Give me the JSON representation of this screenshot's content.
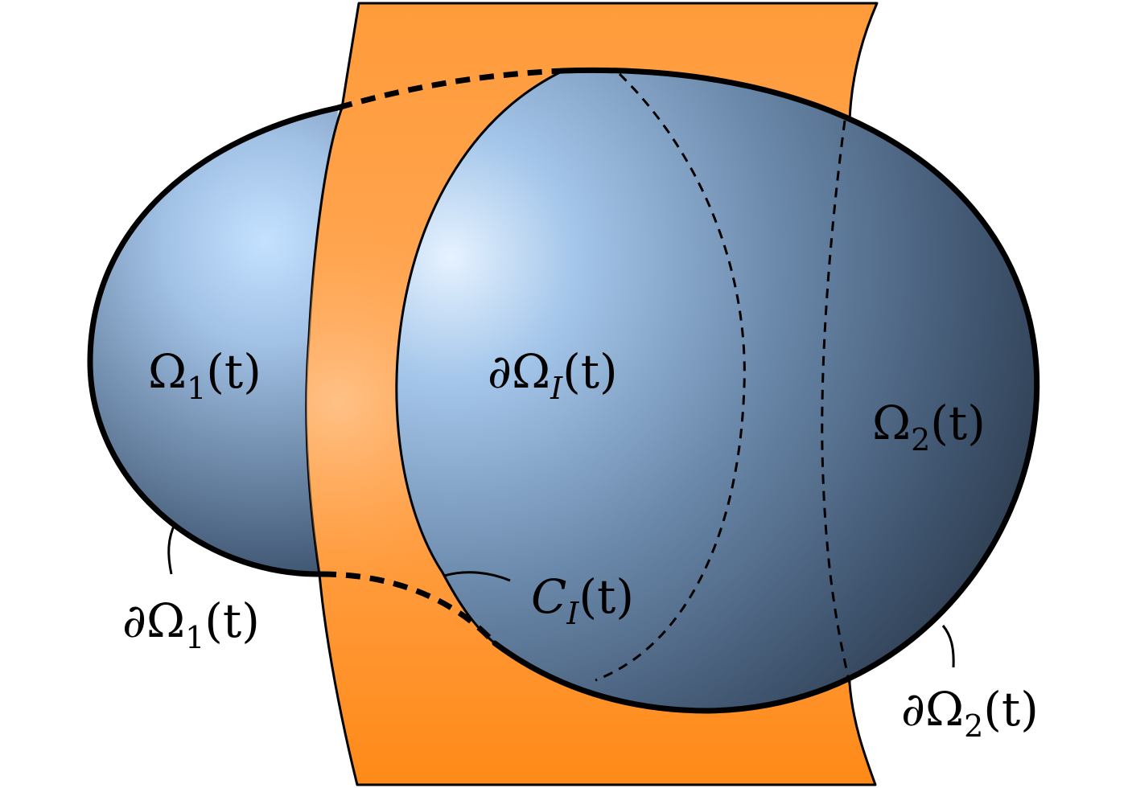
{
  "labels": {
    "omega1": {
      "sym": "Ω",
      "sub": "1",
      "arg": "(t)"
    },
    "omega2": {
      "sym": "Ω",
      "sub": "2",
      "arg": "(t)"
    },
    "domegaI": {
      "partial": "∂",
      "sym": "Ω",
      "sub": "I",
      "arg": "(t)"
    },
    "domega1": {
      "partial": "∂",
      "sym": "Ω",
      "sub": "1",
      "arg": "(t)"
    },
    "domega2": {
      "partial": "∂",
      "sym": "Ω",
      "sub": "2",
      "arg": "(t)"
    },
    "cI": {
      "sym": "C",
      "sub": "I",
      "arg": "(t)"
    }
  },
  "colors": {
    "interface_band_light": "#ffbd7a",
    "interface_band_dark": "#ff8a18",
    "domain_highlight": "#c0defe",
    "domain_mid": "#7c96b4",
    "domain_dark": "#2b3a4e",
    "stroke": "#000000"
  }
}
